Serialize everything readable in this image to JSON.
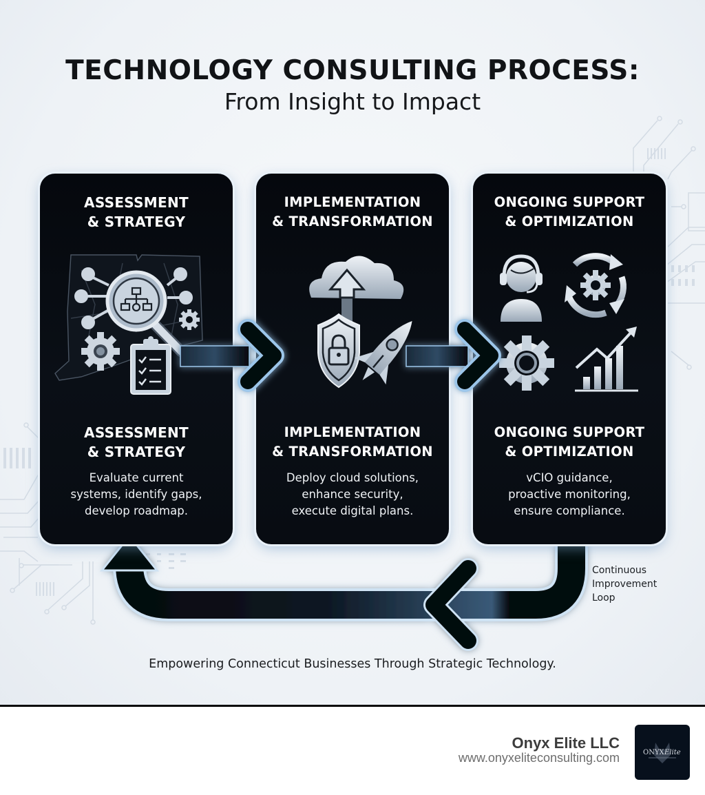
{
  "header": {
    "title": "TECHNOLOGY CONSULTING PROCESS:",
    "subtitle": "From Insight to Impact"
  },
  "steps": [
    {
      "heading_line1": "ASSESSMENT",
      "heading_line2": "& STRATEGY",
      "heading": "ASSESSMENT\n& STRATEGY",
      "description": "Evaluate current\nsystems, identify gaps,\ndevelop roadmap.",
      "icons": [
        "connecticut-map-icon",
        "magnifier-org-chart-icon",
        "gear-icon",
        "small-gear-icon",
        "clipboard-checklist-icon"
      ]
    },
    {
      "heading_line1": "IMPLEMENTATION",
      "heading_line2": "& TRANSFORMATION",
      "heading": "IMPLEMENTATION\n& TRANSFORMATION",
      "description": "Deploy cloud solutions,\nenhance security,\nexecute digital plans.",
      "icons": [
        "cloud-upload-icon",
        "shield-lock-icon",
        "rocket-icon"
      ]
    },
    {
      "heading_line1": "ONGOING SUPPORT",
      "heading_line2": "& OPTIMIZATION",
      "heading": "ONGOING SUPPORT\n& OPTIMIZATION",
      "description": "vCIO guidance,\nproactive monitoring,\nensure compliance.",
      "icons": [
        "support-agent-headset-icon",
        "cycle-gear-icon",
        "gear-icon",
        "growth-chart-icon"
      ]
    }
  ],
  "loop": {
    "label": "Continuous\nImprovement\nLoop"
  },
  "tagline": "Empowering Connecticut Businesses Through Strategic Technology.",
  "footer": {
    "company": "Onyx Elite LLC",
    "website": "www.onyxeliteconsulting.com",
    "logo_text": "ONYX Elite"
  },
  "colors": {
    "card_bg": "#05080d",
    "card_text": "#ffffff",
    "glow": "#7fb8e8",
    "icon_silver": "#c9d3de",
    "background": "#eef2f6",
    "footer_logo_bg": "#07101c"
  }
}
